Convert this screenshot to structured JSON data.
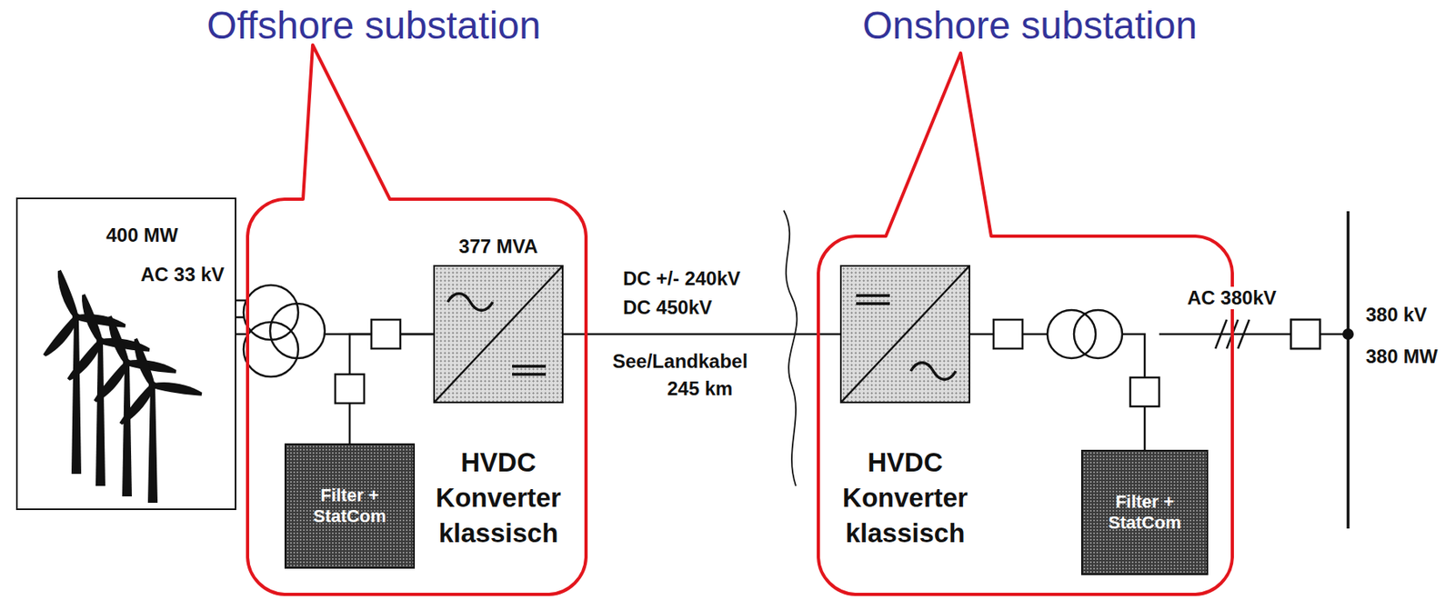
{
  "diagram": {
    "nodes": [
      {
        "text": [
          "400 MW",
          "AC 33 kV"
        ]
      },
      {
        "text": [
          "Offshore substation"
        ]
      },
      {
        "text": [
          "377 MVA",
          "HVDC Konverter klassisch"
        ],
        "in": 1
      },
      {
        "text": [
          "Filter + StatCom"
        ],
        "in": 1
      },
      {
        "text": [
          "Onshore substation"
        ]
      },
      {
        "text": [
          "HVDC Konverter klassisch"
        ],
        "in": 4
      },
      {
        "text": [
          "Filter + StatCom"
        ],
        "in": 4
      }
    ],
    "edges": [
      {
        "from": 0,
        "to": 2,
        "arrow": "none"
      },
      {
        "from": 3,
        "to": 2,
        "arrow": "none"
      },
      {
        "from": 2,
        "to": 5,
        "arrow": "none"
      },
      {
        "from": 6,
        "to": 5,
        "arrow": "none"
      }
    ],
    "labels": [
      "DC +/- 240kV",
      "DC 450kV",
      "See/Landkabel",
      "245 km",
      "AC 380kV",
      "380 kV",
      "380 MW"
    ]
  }
}
